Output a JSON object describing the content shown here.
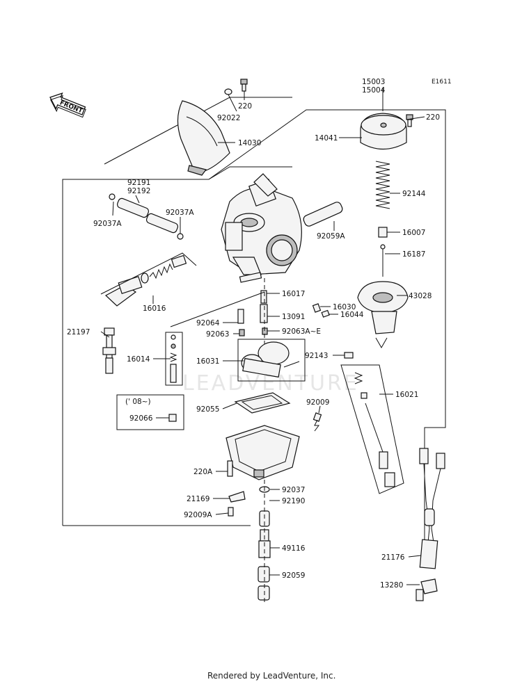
{
  "diagram_code": "E1611",
  "front_label": "FRONT",
  "watermark": "LEADVENTURE",
  "footer": "Rendered by LeadVenture, Inc.",
  "callouts": {
    "p15003": "15003",
    "p15004": "15004",
    "p220_top": "220",
    "p92022": "92022",
    "p14030": "14030",
    "p220_right": "220",
    "p14041": "14041",
    "p92144": "92144",
    "p92191": "92191",
    "p92192": "92192",
    "p92037A_left": "92037A",
    "p92037A_right": "92037A",
    "p92059A": "92059A",
    "p16007": "16007",
    "p16187": "16187",
    "p16016": "16016",
    "p16017": "16017",
    "p16030": "16030",
    "p16044": "16044",
    "p43028": "43028",
    "p13091": "13091",
    "p92064": "92064",
    "p21197": "21197",
    "p92063": "92063",
    "p92063AE": "92063A~E",
    "p16014": "16014",
    "p16031": "16031",
    "p92143": "92143",
    "p16021": "16021",
    "year_note": "(' 08~)",
    "p92066": "92066",
    "p92055": "92055",
    "p92009": "92009",
    "p220A": "220A",
    "p92037": "92037",
    "p21169": "21169",
    "p92190": "92190",
    "p92009A": "92009A",
    "p49116": "49116",
    "p21176": "21176",
    "p92059": "92059",
    "p13280": "13280"
  }
}
